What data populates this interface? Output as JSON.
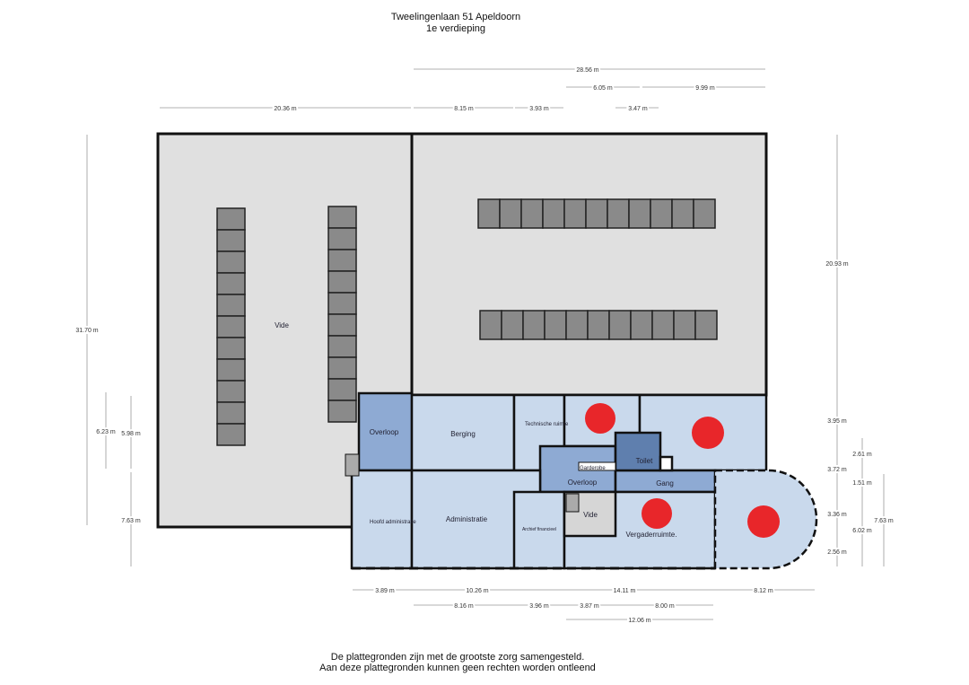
{
  "title": {
    "line1": "Tweelingenlaan 51 Apeldoorn",
    "line2": "1e verdieping"
  },
  "footer": {
    "line1": "De plattegronden zijn met de grootste zorg samengesteld.",
    "line2": "Aan deze plattegronden kunnen geen rechten worden ontleend"
  },
  "rooms": {
    "vide_large": "Vide",
    "overloop_1": "Overloop",
    "berging": "Berging",
    "technische_ruimte": "Technische ruimte",
    "garderobe": "Garderobe",
    "toilet": "Toilet",
    "overloop_2": "Overloop",
    "gang": "Gang",
    "hoofd_administratie": "Hoofd administratie",
    "administratie": "Administratie",
    "archief": "Archief financieel",
    "vide_small": "Vide",
    "vergaderruimte": "Vergaderruimte."
  },
  "dimensions": {
    "top": {
      "total": "28.56 m",
      "a": "6.05 m",
      "b": "9.99 m",
      "c": "20.36 m",
      "d": "8.15 m",
      "e": "3.93 m",
      "f": "3.47 m"
    },
    "left": {
      "total": "31.70 m",
      "a": "6.23 m",
      "b": "5.98 m",
      "c": "7.63 m"
    },
    "right": {
      "a": "20.93 m",
      "b": "3.95 m",
      "c": "3.72 m",
      "d": "3.36 m",
      "e": "2.56 m",
      "f": "2.61 m",
      "g": "1.51 m",
      "h": "6.02 m",
      "i": "7.63 m"
    },
    "bottom": {
      "a": "3.89 m",
      "b": "10.26 m",
      "c": "14.11 m",
      "d": "8.12 m",
      "e": "8.16 m",
      "f": "3.96 m",
      "g": "3.87 m",
      "h": "8.00 m",
      "i": "12.06 m"
    }
  },
  "colors": {
    "hall": "#e0e0e0",
    "room": "#c9d9ec",
    "circulation": "#8eaad3",
    "toilet": "#5f7fae",
    "marker": "#e8262a",
    "rack": "#8a8a8a"
  }
}
